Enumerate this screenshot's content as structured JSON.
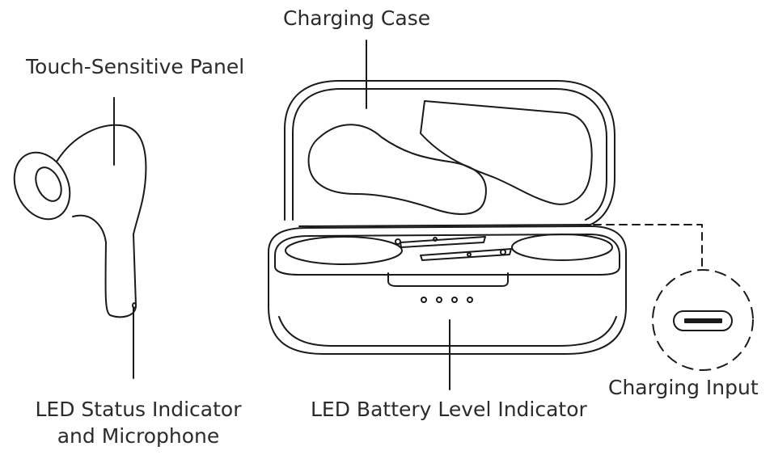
{
  "diagram": {
    "labels": {
      "charging_case": "Charging Case",
      "touch_panel": "Touch-Sensitive Panel",
      "charging_input": "Charging Input",
      "led_status_line1": "LED Status Indicator",
      "led_status_line2": "and Microphone",
      "led_battery": "LED Battery Level Indicator"
    },
    "line_color": "#1a1a1a",
    "text_color": "#2b2b2b"
  }
}
